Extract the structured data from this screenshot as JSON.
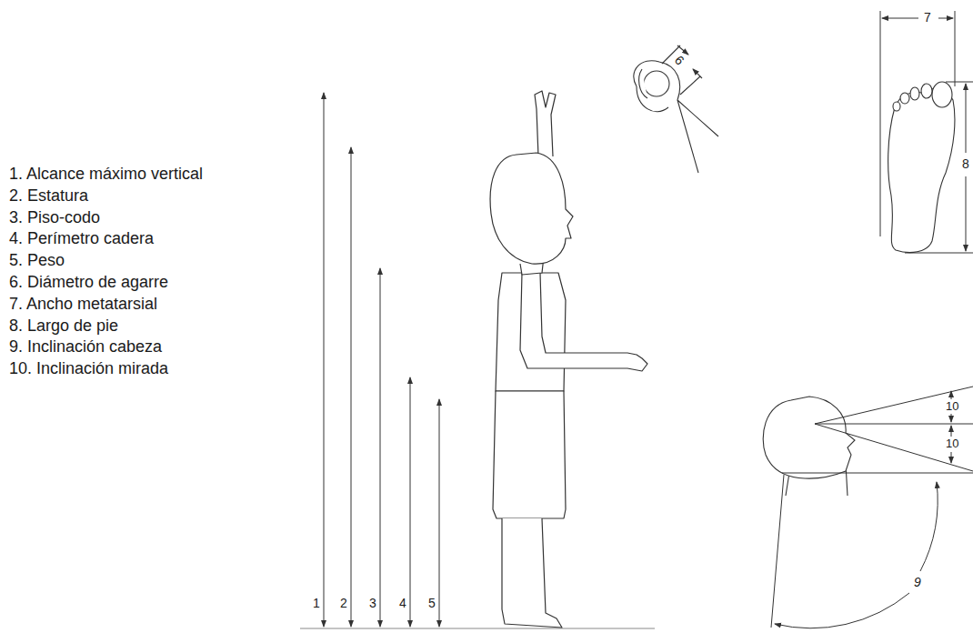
{
  "diagram": {
    "labels": [
      "1. Alcance máximo vertical",
      "2. Estatura",
      "3. Piso-codo",
      "4. Perímetro cadera",
      "5. Peso",
      "6. Diámetro de agarre",
      "7. Ancho metatarsial",
      "8. Largo de pie",
      "9. Inclinación cabeza",
      "10. Inclinación mirada",
      "1",
      "2",
      "3",
      "4",
      "5",
      "6",
      "7",
      "8",
      "10",
      "10",
      "9"
    ]
  }
}
